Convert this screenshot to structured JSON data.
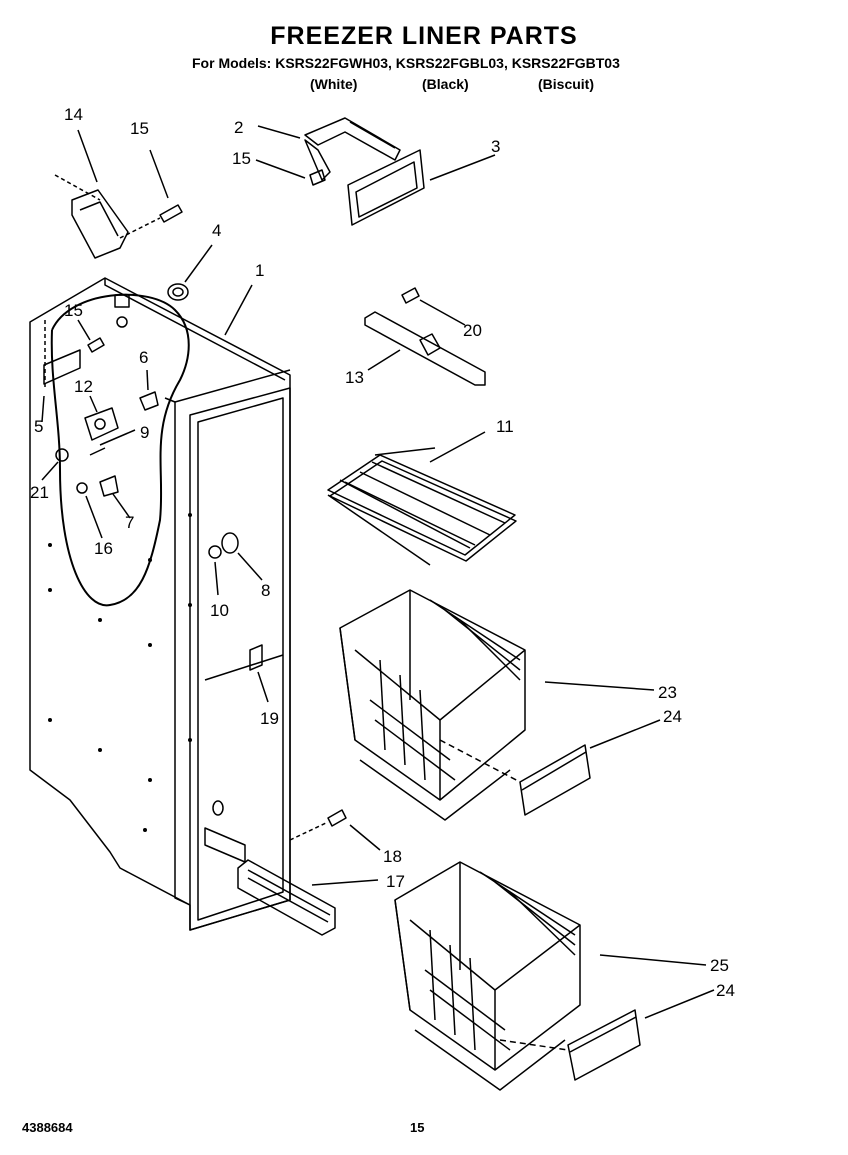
{
  "header": {
    "title": "FREEZER LINER PARTS",
    "models_line": "For Models: KSRS22FGWH03, KSRS22FGBL03, KSRS22FGBT03",
    "variants": [
      "(White)",
      "(Black)",
      "(Biscuit)"
    ]
  },
  "callouts": [
    "1",
    "2",
    "3",
    "4",
    "5",
    "6",
    "7",
    "8",
    "9",
    "10",
    "11",
    "12",
    "13",
    "14",
    "15",
    "15",
    "15",
    "16",
    "17",
    "18",
    "19",
    "20",
    "21",
    "23",
    "24",
    "24",
    "25"
  ],
  "footer": {
    "doc_number": "4388684",
    "page_number": "15"
  }
}
